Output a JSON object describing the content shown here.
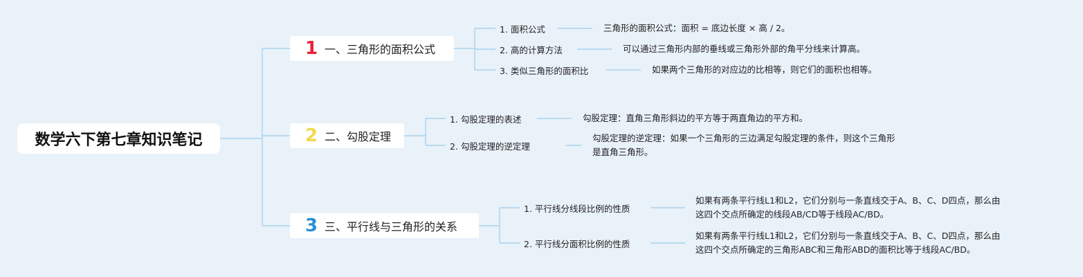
{
  "root": {
    "title": "数学六下第七章知识笔记"
  },
  "branches": [
    {
      "number": "1",
      "number_color": "#e8243c",
      "title": "一、三角形的面积公式",
      "items": [
        {
          "label": "1. 面积公式",
          "desc": [
            "三角形的面积公式：面积 = 底边长度 × 高 / 2。"
          ]
        },
        {
          "label": "2. 高的计算方法",
          "desc": [
            "可以通过三角形内部的垂线或三角形外部的角平分线来计算高。"
          ]
        },
        {
          "label": "3. 类似三角形的面积比",
          "desc": [
            "如果两个三角形的对应边的比相等，则它们的面积也相等。"
          ]
        }
      ]
    },
    {
      "number": "2",
      "number_color": "#f3d74c",
      "title": "二、勾股定理",
      "items": [
        {
          "label": "1. 勾股定理的表述",
          "desc": [
            "勾股定理：直角三角形斜边的平方等于两直角边的平方和。"
          ]
        },
        {
          "label": "2. 勾股定理的逆定理",
          "desc": [
            "勾股定理的逆定理：如果一个三角形的三边满足勾股定理的条件，则这个三角形",
            "是直角三角形。"
          ]
        }
      ]
    },
    {
      "number": "3",
      "number_color": "#2a8fd6",
      "title": "三、平行线与三角形的关系",
      "items": [
        {
          "label": "1. 平行线分线段比例的性质",
          "desc": [
            "如果有两条平行线L1和L2，它们分别与一条直线交于A、B、C、D四点，那么由",
            "这四个交点所确定的线段AB/CD等于线段AC/BD。"
          ]
        },
        {
          "label": "2. 平行线分面积比例的性质",
          "desc": [
            "如果有两条平行线L1和L2，它们分别与一条直线交于A、B、C、D四点，那么由",
            "这四个交点所确定的三角形ABC和三角形ABD的面积比等于线段AC/BD。"
          ]
        }
      ]
    }
  ],
  "colors": {
    "background": "#e9f1f9",
    "connector": "#a9d3ec"
  }
}
